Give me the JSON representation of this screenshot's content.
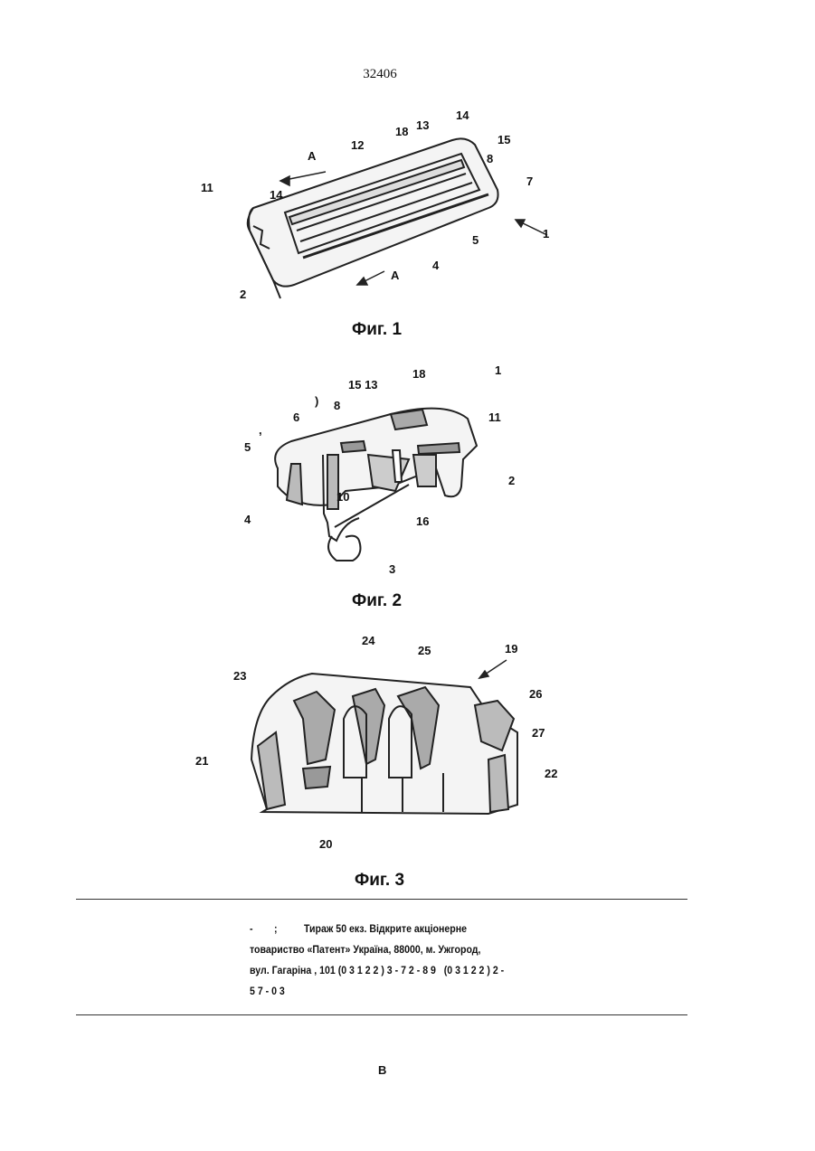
{
  "page_number": "32406",
  "figures": [
    {
      "caption": "Фиг. 1",
      "labels": [
        "1",
        "2",
        "4",
        "5",
        "7",
        "8",
        "11",
        "12",
        "13",
        "14",
        "14",
        "15",
        "18",
        "A",
        "A"
      ]
    },
    {
      "caption": "Фиг. 2",
      "labels": [
        "1",
        "2",
        "3",
        "4",
        "5",
        "6",
        "8",
        "10",
        "11",
        "15 13",
        "16",
        "18",
        ")",
        ","
      ]
    },
    {
      "caption": "Фиг. 3",
      "labels": [
        "19",
        "20",
        "21",
        "22",
        "23",
        "24",
        "25",
        "26",
        "27"
      ]
    }
  ],
  "imprint": {
    "lines": [
      "-        ;          Тираж 50 екз. Відкрите акціонерне",
      "товариство «Патент» Україна, 88000, м. Ужгород,",
      "вул. Гагаріна , 101 (0 3 1 2 2 ) 3 - 7 2 - 8 9   (0 3 1 2 2 ) 2 -",
      "5 7 - 0 3"
    ]
  },
  "footer_letter": "В"
}
